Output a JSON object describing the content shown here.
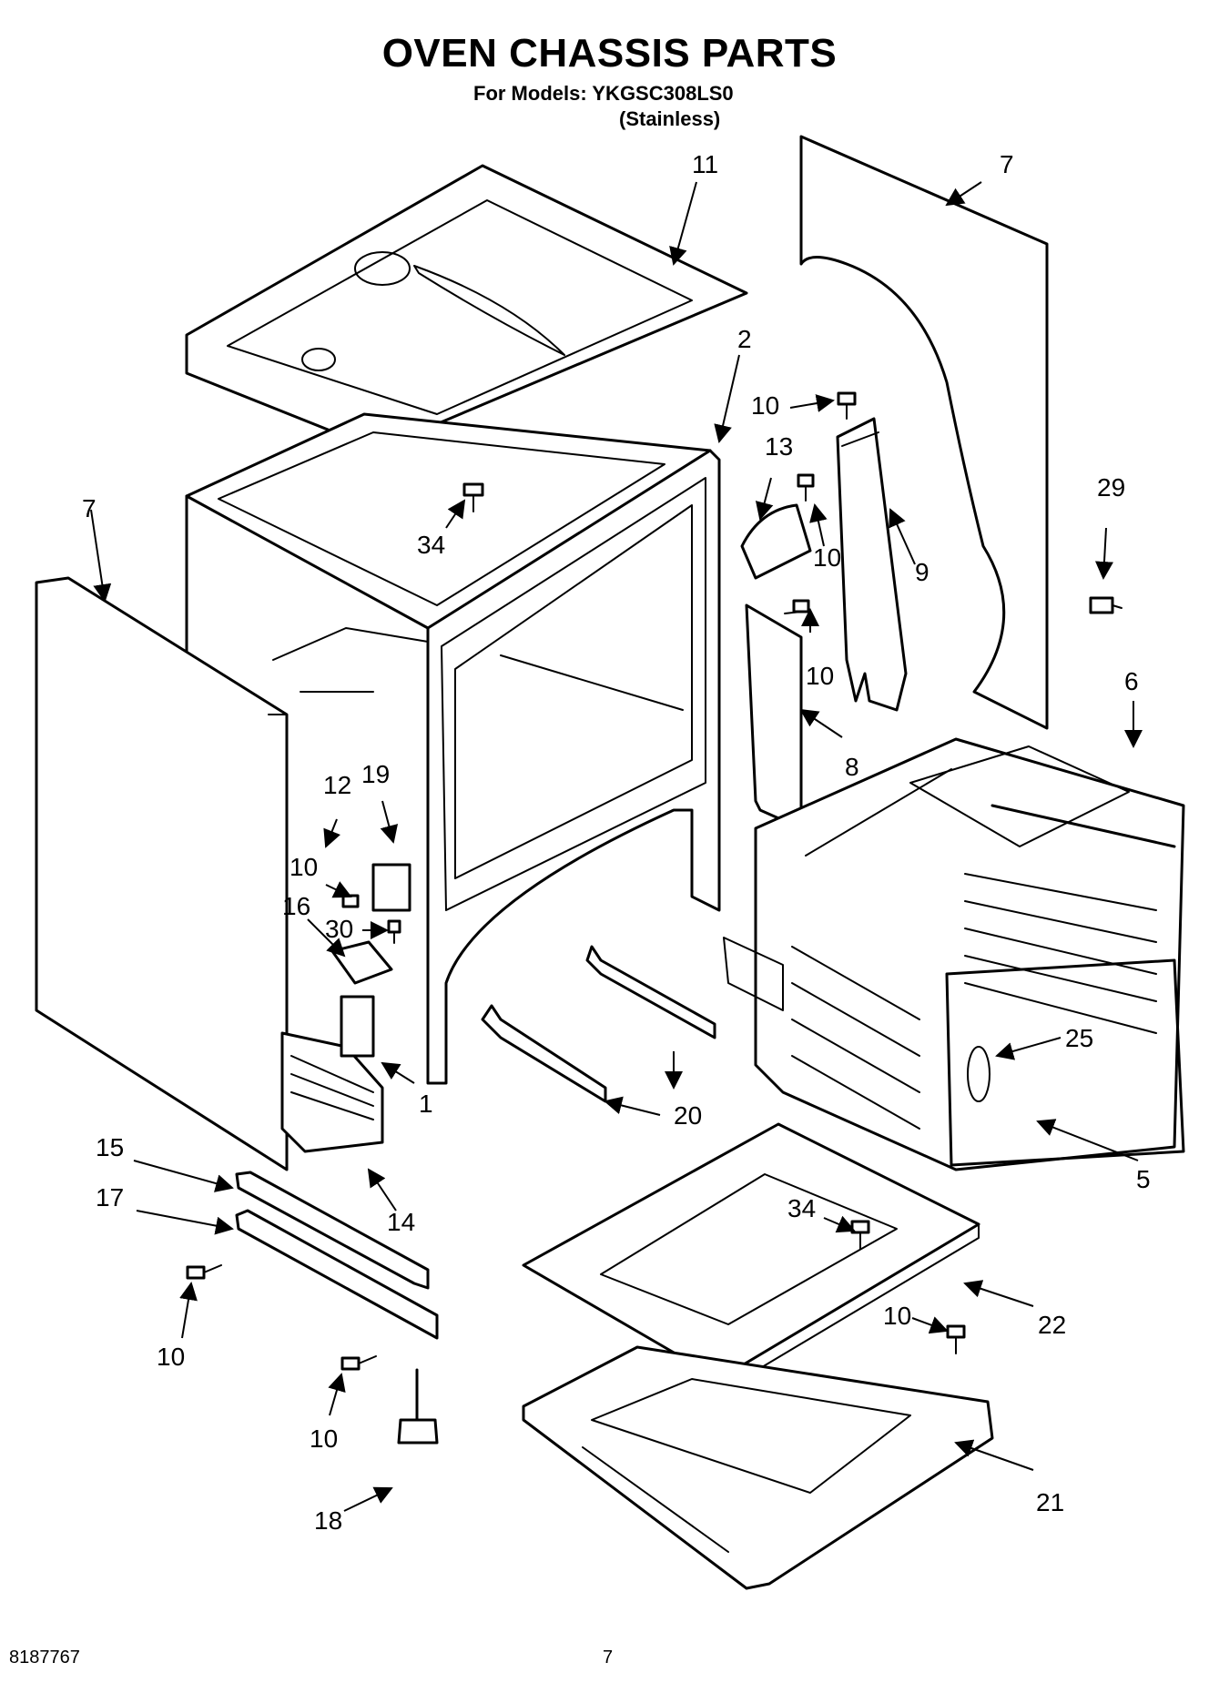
{
  "header": {
    "title": "OVEN CHASSIS PARTS",
    "models_line": "For Models: YKGSC308LS0",
    "finish_line": "(Stainless)"
  },
  "footer": {
    "doc_number": "8187767",
    "page_number": "7"
  },
  "callouts": {
    "c11": "11",
    "c7a": "7",
    "c7b": "7",
    "c2": "2",
    "c10a": "10",
    "c13": "13",
    "c10b": "10",
    "c29": "29",
    "c9": "9",
    "c34a": "34",
    "c10c": "10",
    "c8": "8",
    "c6": "6",
    "c12": "12",
    "c19": "19",
    "c10d": "10",
    "c16": "16",
    "c30": "30",
    "c25": "25",
    "c1": "1",
    "c20": "20",
    "c5": "5",
    "c15": "15",
    "c14": "14",
    "c17": "17",
    "c34b": "34",
    "c10e": "10",
    "c22": "22",
    "c10f": "10",
    "c10g": "10",
    "c21": "21",
    "c18": "18"
  }
}
